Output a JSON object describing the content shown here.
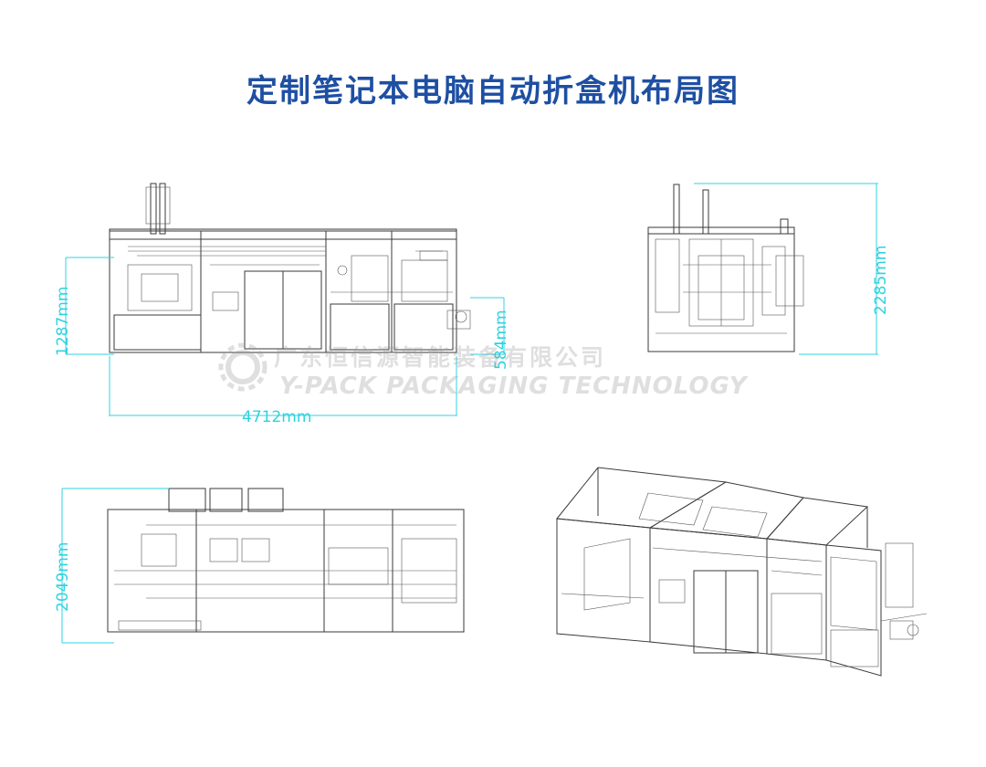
{
  "title": "定制笔记本电脑自动折盒机布局图",
  "dimensions": {
    "front_height": "1287mm",
    "front_conveyor_height": "584mm",
    "front_length": "4712mm",
    "side_height": "2285mm",
    "top_width": "2049mm"
  },
  "watermark": {
    "company_cn": "广东恒信源智能装备有限公司",
    "company_en": "Y-PACK PACKAGING TECHNOLOGY"
  },
  "colors": {
    "title": "#1e4fa3",
    "dimension_lines": "#2fd3e0",
    "drawing_lines": "#3a3a3a",
    "watermark": "#969696"
  }
}
